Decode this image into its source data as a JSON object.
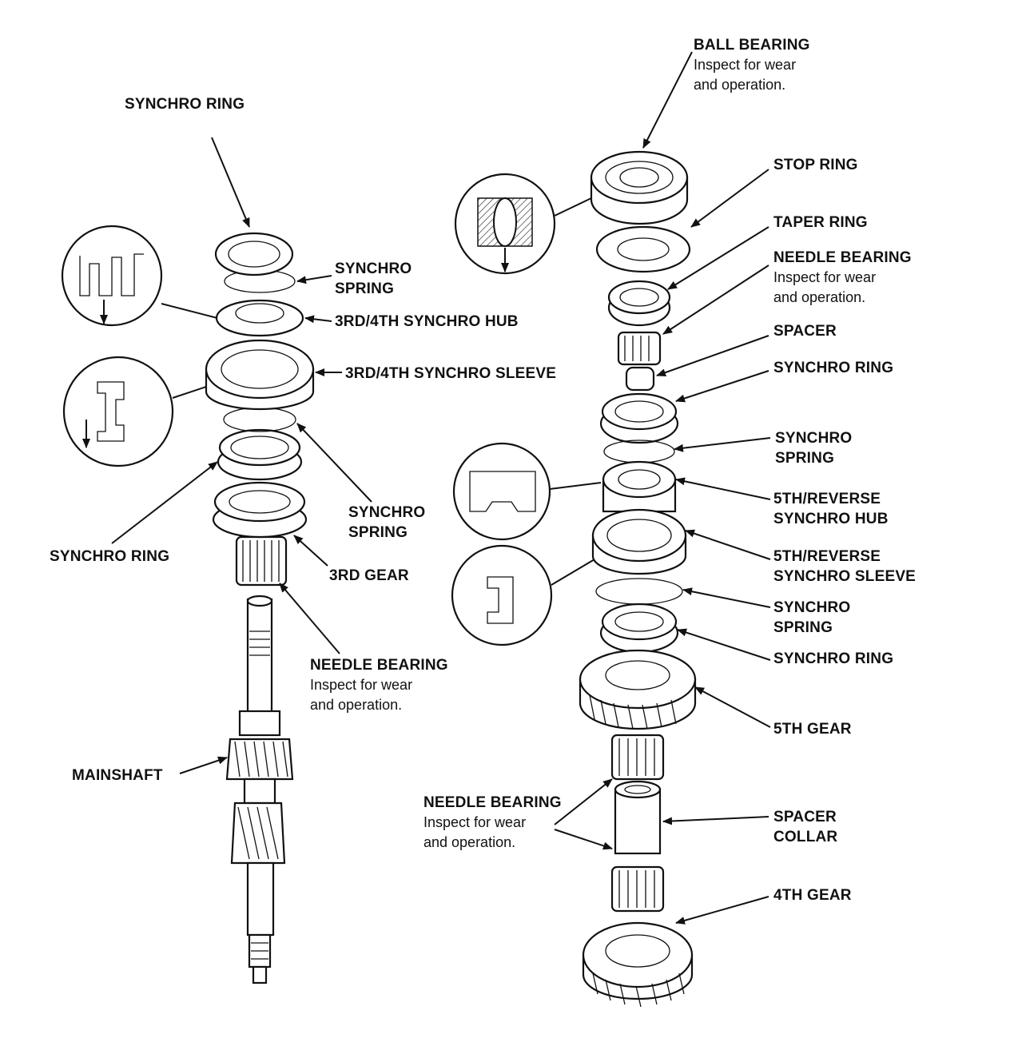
{
  "labels": {
    "left": {
      "synchro_ring_top": "SYNCHRO RING",
      "synchro_spring_1": [
        "SYNCHRO",
        "SPRING"
      ],
      "synchro_hub": "3RD/4TH SYNCHRO HUB",
      "synchro_sleeve": "3RD/4TH SYNCHRO SLEEVE",
      "synchro_spring_2": [
        "SYNCHRO",
        "SPRING"
      ],
      "synchro_ring_bottom": "SYNCHRO RING",
      "third_gear": "3RD GEAR",
      "needle_bearing": {
        "title": "NEEDLE BEARING",
        "note": [
          "Inspect for wear",
          "and operation."
        ]
      },
      "mainshaft": "MAINSHAFT"
    },
    "right": {
      "ball_bearing": {
        "title": "BALL BEARING",
        "note": [
          "Inspect for wear",
          "and operation."
        ]
      },
      "stop_ring": "STOP RING",
      "taper_ring": "TAPER RING",
      "needle_bearing_top": {
        "title": "NEEDLE BEARING",
        "note": [
          "Inspect for wear",
          "and operation."
        ]
      },
      "spacer": "SPACER",
      "synchro_ring_1": "SYNCHRO RING",
      "synchro_spring_1": [
        "SYNCHRO",
        "SPRING"
      ],
      "hub": [
        "5TH/REVERSE",
        "SYNCHRO HUB"
      ],
      "sleeve": [
        "5TH/REVERSE",
        "SYNCHRO SLEEVE"
      ],
      "synchro_spring_2": [
        "SYNCHRO",
        "SPRING"
      ],
      "synchro_ring_2": "SYNCHRO RING",
      "fifth_gear": "5TH GEAR",
      "needle_bearing_bottom": {
        "title": "NEEDLE BEARING",
        "note": [
          "Inspect for wear",
          "and operation."
        ]
      },
      "spacer_collar": [
        "SPACER",
        "COLLAR"
      ],
      "fourth_gear": "4TH GEAR"
    }
  }
}
